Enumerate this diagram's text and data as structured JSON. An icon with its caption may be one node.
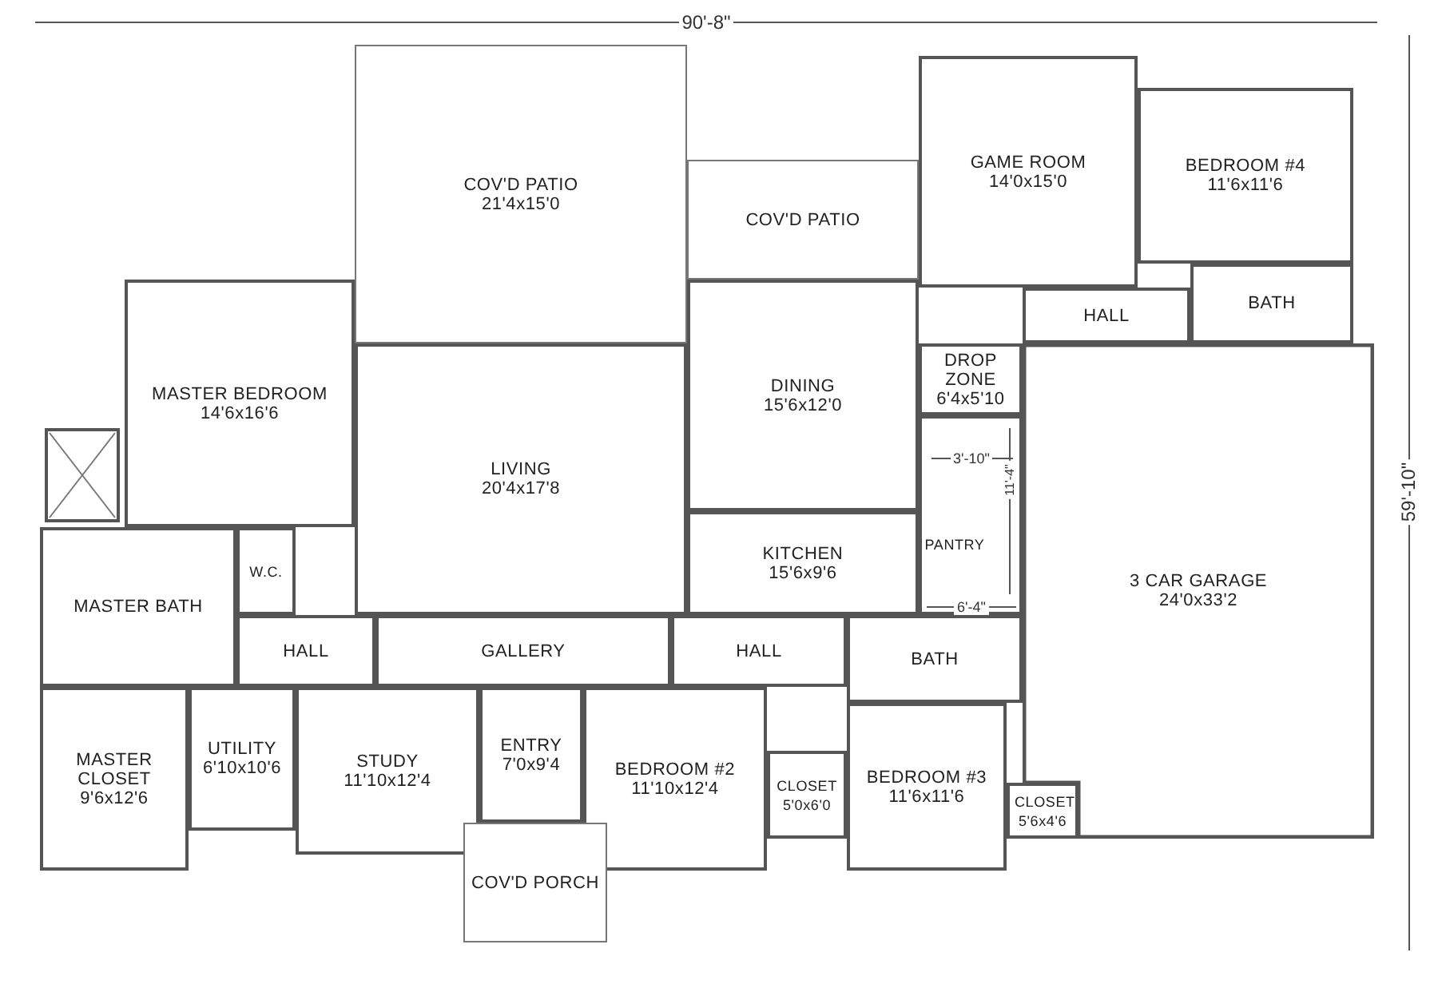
{
  "diagram": {
    "nodes": [
      {
        "text": [
          "GAME ROOM",
          "14'0x15'0"
        ]
      },
      {
        "text": [
          "BEDROOM #4",
          "11'6x11'6"
        ]
      },
      {
        "text": [
          "COV'D PATIO",
          "21'4x15'0"
        ]
      },
      {
        "text": [
          "COV'D PATIO"
        ]
      },
      {
        "text": [
          "HALL"
        ]
      },
      {
        "text": [
          "BATH"
        ]
      },
      {
        "text": [
          "MASTER BEDROOM",
          "14'6x16'6"
        ]
      },
      {
        "text": [
          "DINING",
          "15'6x12'0"
        ]
      },
      {
        "text": [
          "DROP ZONE",
          "6'4x5'10"
        ]
      },
      {
        "text": [
          "LIVING",
          "20'4x17'8"
        ]
      },
      {
        "text": [
          "3 CAR GARAGE",
          "24'0x33'2"
        ]
      },
      {
        "text": [
          "MASTER BATH"
        ]
      },
      {
        "text": [
          "W.C."
        ]
      },
      {
        "text": [
          "KITCHEN",
          "15'6x9'6"
        ]
      },
      {
        "text": [
          "PANTRY"
        ]
      },
      {
        "text": [
          "HALL"
        ]
      },
      {
        "text": [
          "GALLERY"
        ]
      },
      {
        "text": [
          "HALL"
        ]
      },
      {
        "text": [
          "BATH"
        ]
      },
      {
        "text": [
          "MASTER CLOSET",
          "9'6x12'6"
        ]
      },
      {
        "text": [
          "UTILITY",
          "6'10x10'6"
        ]
      },
      {
        "text": [
          "STUDY",
          "11'10x12'4"
        ]
      },
      {
        "text": [
          "ENTRY",
          "7'0x9'4"
        ]
      },
      {
        "text": [
          "BEDROOM #2",
          "11'10x12'4"
        ]
      },
      {
        "text": [
          "CLOSET",
          "5'0x6'0"
        ]
      },
      {
        "text": [
          "BEDROOM #3",
          "11'6x11'6"
        ]
      },
      {
        "text": [
          "CLOSET",
          "5'6x4'6"
        ]
      },
      {
        "text": [
          "COV'D PORCH"
        ]
      }
    ],
    "labels": [
      "90'-8\"",
      "59'-10\"",
      "3'-10\"",
      "11'-4\"",
      "6'-4\""
    ]
  }
}
